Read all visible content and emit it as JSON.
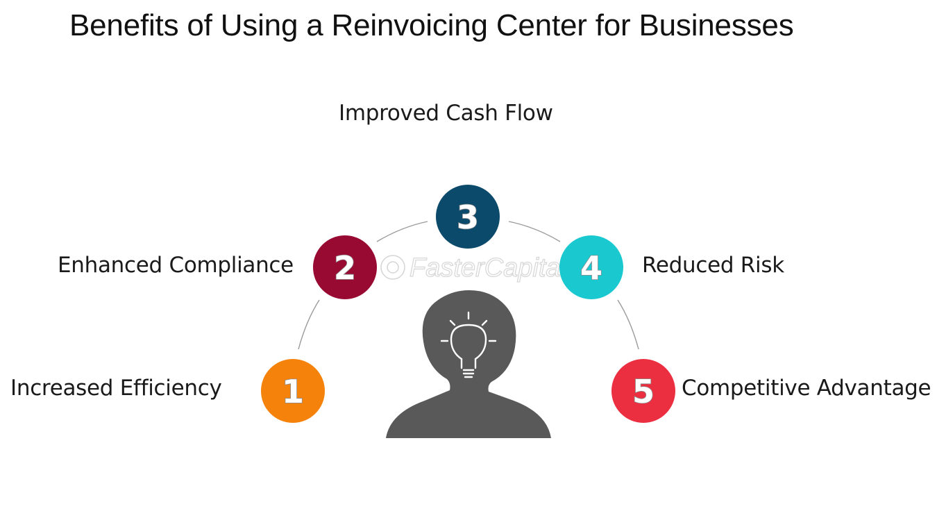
{
  "title": "Benefits of Using a Reinvoicing Center for Businesses",
  "watermark": "FasterCapital",
  "items": [
    {
      "number": "1",
      "label": "Increased Efficiency",
      "color": "#f5820b"
    },
    {
      "number": "2",
      "label": "Enhanced Compliance",
      "color": "#990a33"
    },
    {
      "number": "3",
      "label": "Improved Cash Flow",
      "color": "#0c4a6c"
    },
    {
      "number": "4",
      "label": "Reduced Risk",
      "color": "#19c9cf"
    },
    {
      "number": "5",
      "label": "Competitive Advantage",
      "color": "#ec2e41"
    }
  ],
  "center_icon": "head-lightbulb-icon"
}
